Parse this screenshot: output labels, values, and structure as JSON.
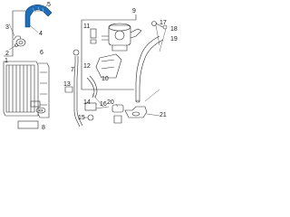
{
  "callouts": {
    "c1": "1",
    "c2": "2",
    "c3": "3",
    "c4": "4",
    "c5": "5",
    "c6": "6",
    "c7": "7",
    "c8": "8",
    "c9": "9",
    "c10": "10",
    "c11": "11",
    "c12": "12",
    "c13": "13",
    "c14": "14",
    "c15": "15",
    "c16": "16",
    "c17": "17",
    "c18": "18",
    "c19": "19",
    "c20": "20",
    "c21": "21"
  },
  "colors": {
    "line": "#2b2b2b",
    "hose_highlight": "#1e6fb8"
  }
}
